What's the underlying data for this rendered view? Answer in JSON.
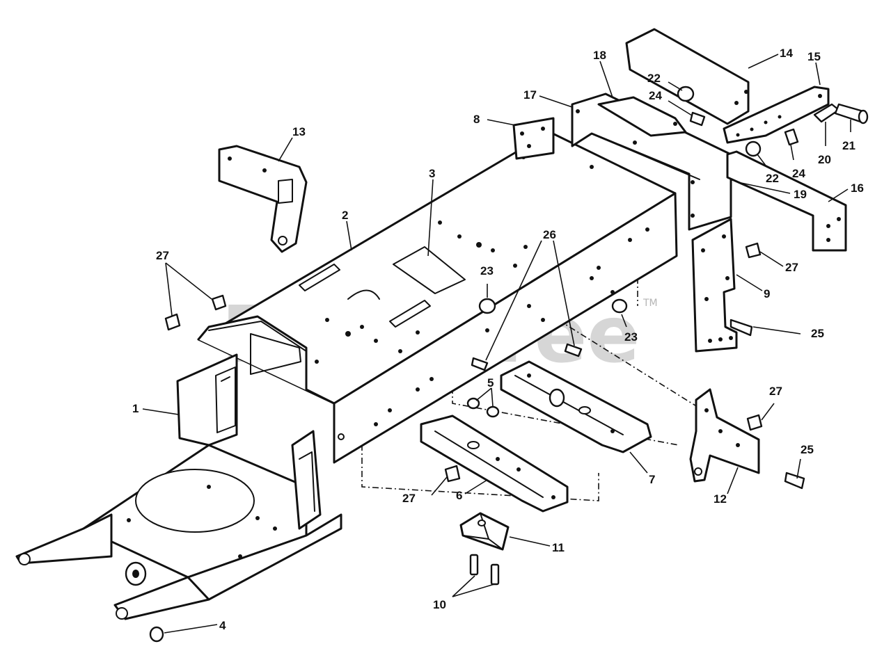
{
  "diagram": {
    "watermark": "PartsTree",
    "trademark": "TM",
    "callouts": {
      "c1": "1",
      "c2": "2",
      "c3": "3",
      "c4": "4",
      "c5": "5",
      "c6": "6",
      "c7": "7",
      "c8": "8",
      "c9": "9",
      "c10": "10",
      "c11": "11",
      "c12": "12",
      "c13": "13",
      "c14": "14",
      "c15": "15",
      "c16": "16",
      "c17": "17",
      "c18": "18",
      "c19": "19",
      "c20": "20",
      "c21": "21",
      "c22a": "22",
      "c22b": "22",
      "c23a": "23",
      "c23b": "23",
      "c24a": "24",
      "c24b": "24",
      "c25a": "25",
      "c25b": "25",
      "c26": "26",
      "c27a": "27",
      "c27b": "27",
      "c27c": "27",
      "c27d": "27"
    }
  }
}
